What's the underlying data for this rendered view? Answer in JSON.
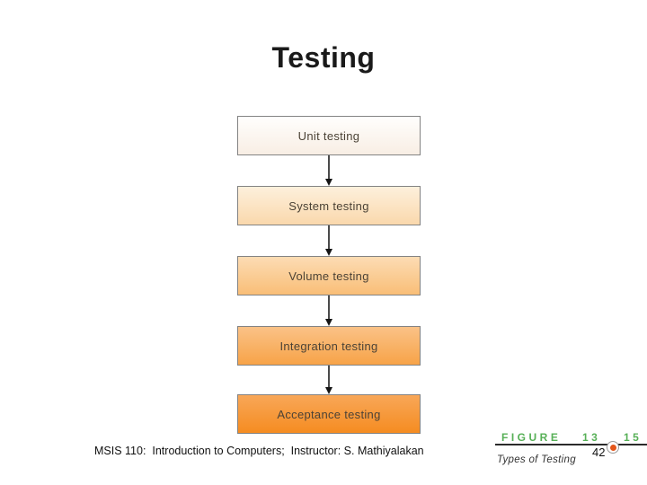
{
  "slide": {
    "title": "Testing",
    "footer": "MSIS 110:  Introduction to Computers;  Instructor: S. Mathiyalakan"
  },
  "diagram": {
    "type": "flowchart-vertical",
    "border_color": "#838383",
    "arrow_color": "#4a4a4a",
    "boxes": [
      {
        "label": "Unit testing",
        "fill_top": "#FFFEFD",
        "fill_bottom": "#F8EEE4"
      },
      {
        "label": "System testing",
        "fill_top": "#FDF0DC",
        "fill_bottom": "#FAD8AC"
      },
      {
        "label": "Volume testing",
        "fill_top": "#FCDCB4",
        "fill_bottom": "#F9BE77"
      },
      {
        "label": "Integration testing",
        "fill_top": "#FAC287",
        "fill_bottom": "#F7A348"
      },
      {
        "label": "Acceptance testing",
        "fill_top": "#F8A758",
        "fill_bottom": "#F58C21"
      }
    ]
  },
  "figure_label": {
    "word": "FIGURE",
    "number_left": "13",
    "number_right": "15",
    "page_number": "42",
    "caption": "Types of Testing",
    "accent_green": "#57B057",
    "dot_color": "#E4561B"
  }
}
